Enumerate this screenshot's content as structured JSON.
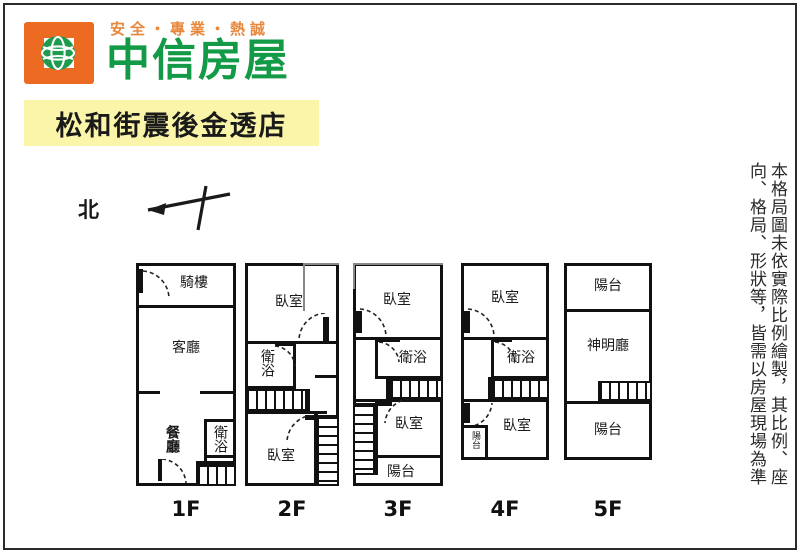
{
  "brand": {
    "tagline": "安全・專業・熱誠",
    "name": "中信房屋",
    "logo_icon": "chinatrust-globe-logo",
    "orange": "#ED6A23",
    "green": "#139A46"
  },
  "title_banner": {
    "text": "松和街震後金透店",
    "background": "#FAF5A8"
  },
  "compass": {
    "label": "北",
    "icon": "north-arrow-icon"
  },
  "disclaimer": {
    "columns": [
      "本格局圖未依實際比例繪製，其比例、座",
      "向、格局、形狀等，皆需以房屋現場為準"
    ]
  },
  "floors": [
    {
      "label": "1F",
      "rooms": [
        {
          "name": "騎樓",
          "orient": "h",
          "bold": false
        },
        {
          "name": "客廳",
          "orient": "h",
          "bold": false
        },
        {
          "name": "餐廳",
          "orient": "v",
          "bold": true
        },
        {
          "name": "衛浴",
          "orient": "v",
          "bold": false
        }
      ],
      "stairs": 1
    },
    {
      "label": "2F",
      "rooms": [
        {
          "name": "臥室",
          "orient": "h",
          "bold": false
        },
        {
          "name": "衛浴",
          "orient": "v",
          "bold": false
        },
        {
          "name": "臥室",
          "orient": "h",
          "bold": false
        }
      ],
      "stairs": 2
    },
    {
      "label": "3F",
      "rooms": [
        {
          "name": "臥室",
          "orient": "h",
          "bold": false
        },
        {
          "name": "衛浴",
          "orient": "h",
          "bold": false
        },
        {
          "name": "臥室",
          "orient": "h",
          "bold": false
        },
        {
          "name": "陽台",
          "orient": "h",
          "bold": false
        }
      ],
      "stairs": 2
    },
    {
      "label": "4F",
      "rooms": [
        {
          "name": "臥室",
          "orient": "h",
          "bold": false
        },
        {
          "name": "衛浴",
          "orient": "h",
          "bold": false
        },
        {
          "name": "臥室",
          "orient": "h",
          "bold": false
        },
        {
          "name": "陽台",
          "orient": "v",
          "bold": false
        }
      ],
      "stairs": 1
    },
    {
      "label": "5F",
      "rooms": [
        {
          "name": "陽台",
          "orient": "h",
          "bold": false
        },
        {
          "name": "神明廳",
          "orient": "h",
          "bold": false
        },
        {
          "name": "陽台",
          "orient": "h",
          "bold": false
        }
      ],
      "stairs": 1
    }
  ]
}
